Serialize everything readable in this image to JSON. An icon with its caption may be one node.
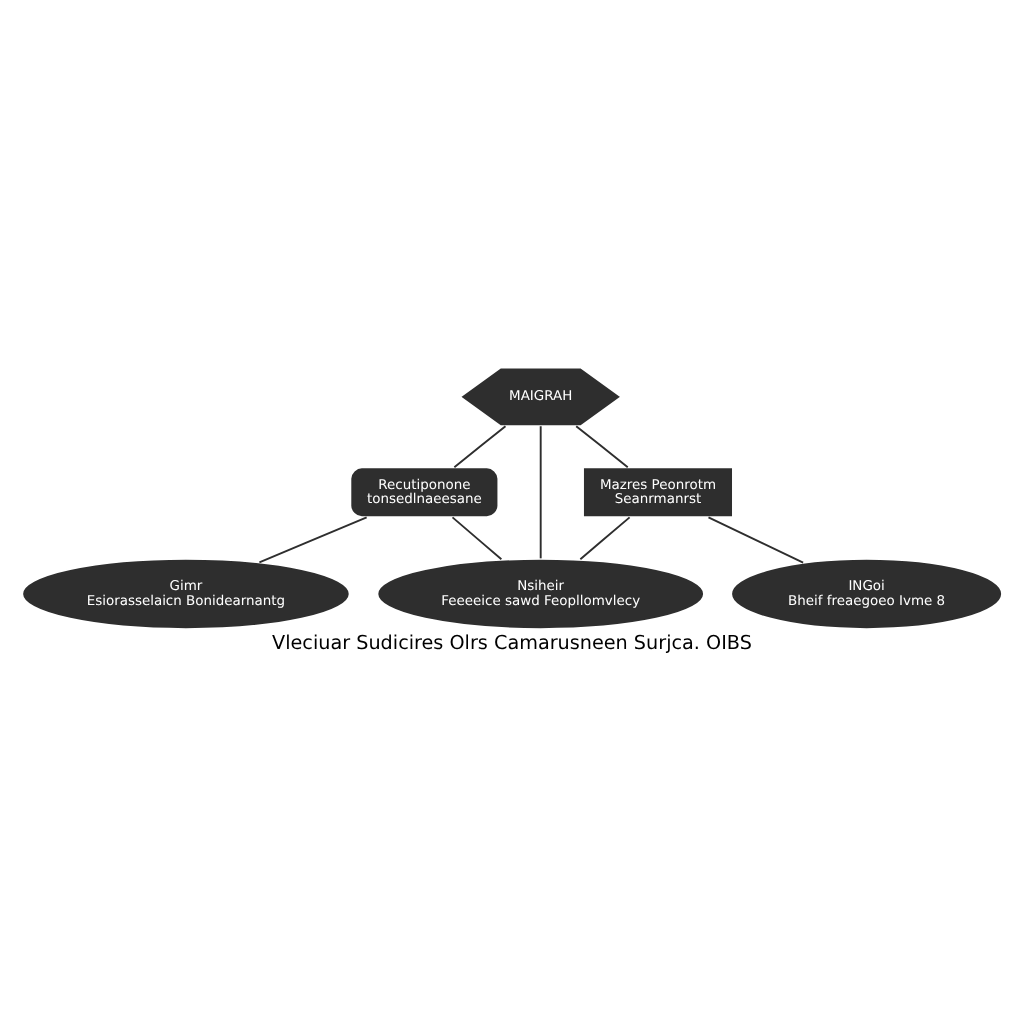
{
  "diagram": {
    "title": "Vleciuar Sudicires Olrs Camarusneen Surjca. OIBS",
    "nodes": [
      {
        "text": [
          "MAIGRAH"
        ]
      },
      {
        "text": [
          "Recutiponone",
          "tonsedlnaeesane"
        ]
      },
      {
        "text": [
          "Mazres Peonrotm",
          "Seanrmanrst"
        ]
      },
      {
        "text": [
          "Gimr",
          "Esiorasselaicn Bonidearnantg"
        ]
      },
      {
        "text": [
          "Nsiheir",
          "Feeeeice sawd Feopllomvlecy"
        ]
      },
      {
        "text": [
          "INGoi",
          "Bheif freaegoeo Ivme 8"
        ]
      }
    ],
    "edges": [
      {
        "from": 0,
        "to": 1,
        "arrow": "none"
      },
      {
        "from": 0,
        "to": 2,
        "arrow": "none"
      },
      {
        "from": 0,
        "to": 4,
        "arrow": "none"
      },
      {
        "from": 1,
        "to": 3,
        "arrow": "none"
      },
      {
        "from": 1,
        "to": 4,
        "arrow": "none"
      },
      {
        "from": 2,
        "to": 4,
        "arrow": "none"
      },
      {
        "from": 2,
        "to": 5,
        "arrow": "none"
      }
    ]
  }
}
